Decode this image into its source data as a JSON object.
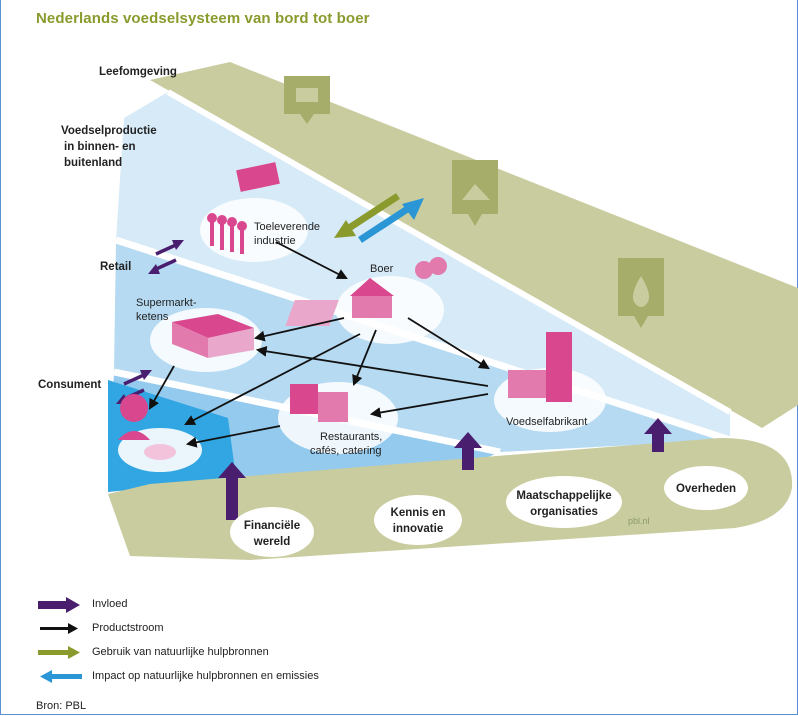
{
  "title": "Nederlands voedselsysteem van bord tot boer",
  "layers": {
    "leefomgeving": "Leefomgeving",
    "voedselproductie": [
      "Voedselproductie",
      "in binnen- en",
      "buitenland"
    ],
    "retail": "Retail",
    "consument": "Consument"
  },
  "actors": {
    "toeleverende": [
      "Toeleverende",
      "industrie"
    ],
    "boer": "Boer",
    "supermarkt": [
      "Supermarkt-",
      "ketens"
    ],
    "restaurants": [
      "Restaurants,",
      "cafés, catering"
    ],
    "voedselfabrikant": "Voedselfabrikant"
  },
  "influencers": {
    "financiele": [
      "Financiële",
      "wereld"
    ],
    "kennis": [
      "Kennis en",
      "innovatie"
    ],
    "maatschappelijk": [
      "Maatschappelijke",
      "organisaties"
    ],
    "overheden": "Overheden"
  },
  "watermark": "pbl.nl",
  "legend": [
    {
      "label": "Invloed",
      "color": "#4a1e6e"
    },
    {
      "label": "Productstroom",
      "color": "#111111"
    },
    {
      "label": "Gebruik van natuurlijke hulpbronnen",
      "color": "#8a9a2c"
    },
    {
      "label": "Impact op natuurlijke hulpbronnen en emissies",
      "color": "#2a96d6"
    }
  ],
  "source": "Bron: PBL",
  "colors": {
    "olive": "#c9cc9e",
    "oliveDark": "#a6ad6a",
    "lightBlue": "#cfe6f6",
    "midBlue": "#a9d3f0",
    "blue": "#8cc6ec",
    "deepBlue": "#32a6e2",
    "pink": "#d9478f",
    "purple": "#4a1e6e"
  }
}
